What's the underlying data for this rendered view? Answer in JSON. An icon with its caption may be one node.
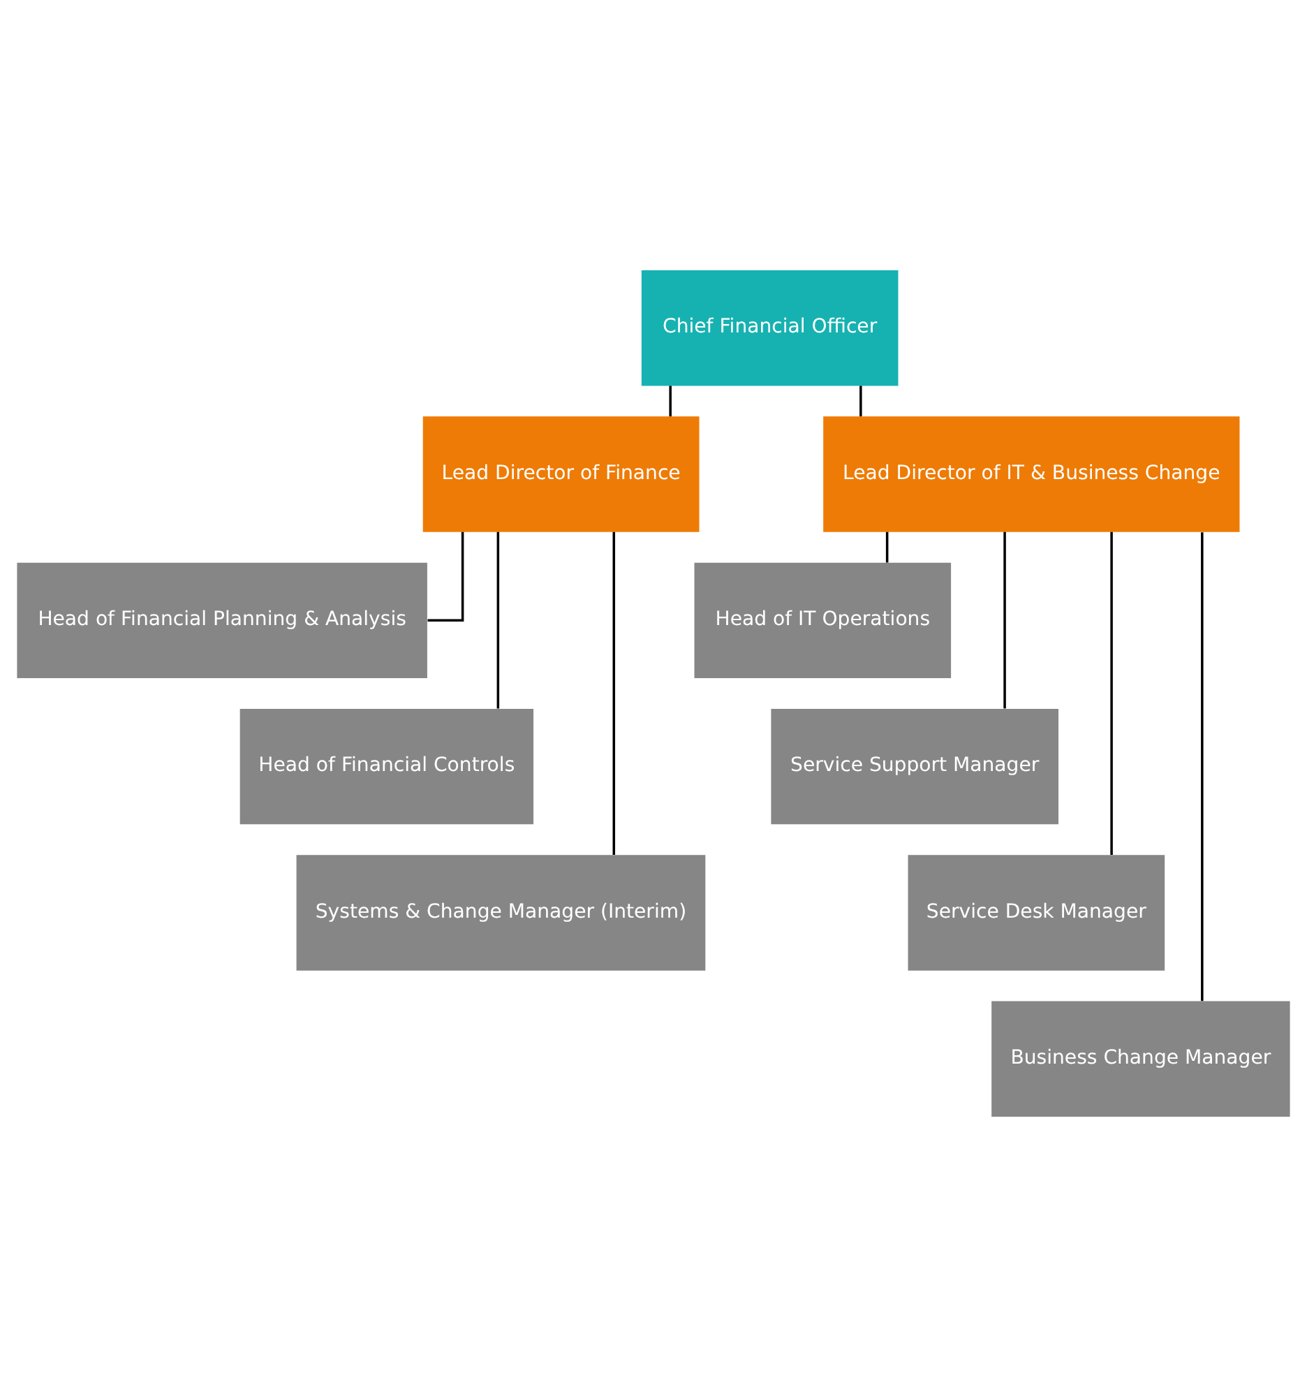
{
  "diagram": {
    "nodes": [
      {
        "text": [
          "Chief Financial Officer"
        ]
      },
      {
        "text": [
          "Lead Director of Finance"
        ]
      },
      {
        "text": [
          "Lead Director of IT & Business Change"
        ]
      },
      {
        "text": [
          "Head of Financial Planning & Analysis"
        ]
      },
      {
        "text": [
          "Head of Financial Controls"
        ]
      },
      {
        "text": [
          "Systems & Change Manager (Interim)"
        ]
      },
      {
        "text": [
          "Head of IT Operations"
        ]
      },
      {
        "text": [
          "Service Support Manager"
        ]
      },
      {
        "text": [
          "Service Desk Manager"
        ]
      },
      {
        "text": [
          "Business Change Manager"
        ]
      }
    ],
    "edges": [
      {
        "from": 0,
        "to": 1,
        "arrow": "none"
      },
      {
        "from": 0,
        "to": 2,
        "arrow": "none"
      },
      {
        "from": 1,
        "to": 3,
        "arrow": "none"
      },
      {
        "from": 1,
        "to": 4,
        "arrow": "none"
      },
      {
        "from": 1,
        "to": 5,
        "arrow": "none"
      },
      {
        "from": 2,
        "to": 6,
        "arrow": "none"
      },
      {
        "from": 2,
        "to": 7,
        "arrow": "none"
      },
      {
        "from": 2,
        "to": 8,
        "arrow": "none"
      },
      {
        "from": 2,
        "to": 9,
        "arrow": "none"
      }
    ]
  }
}
